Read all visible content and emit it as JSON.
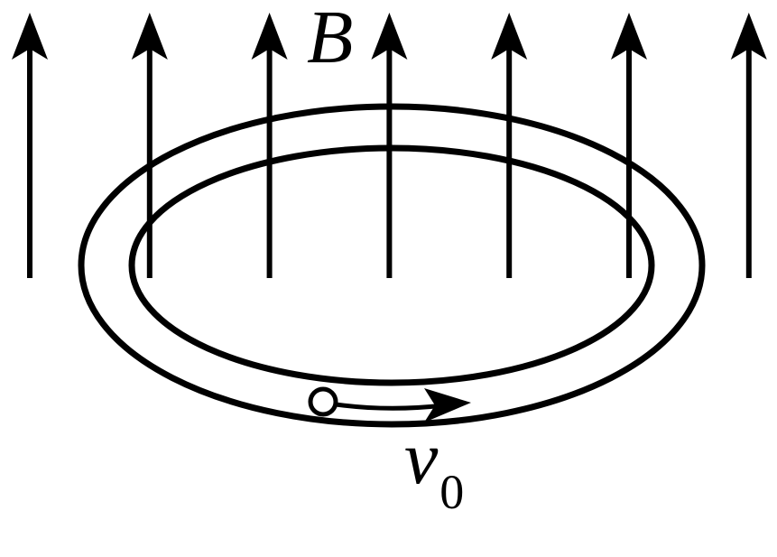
{
  "labels": {
    "field": "B",
    "velocity": "v",
    "velocity_subscript": "0"
  },
  "colors": {
    "stroke": "#000000",
    "background": "#ffffff"
  },
  "field_arrow_count": 7,
  "field_direction": "up"
}
